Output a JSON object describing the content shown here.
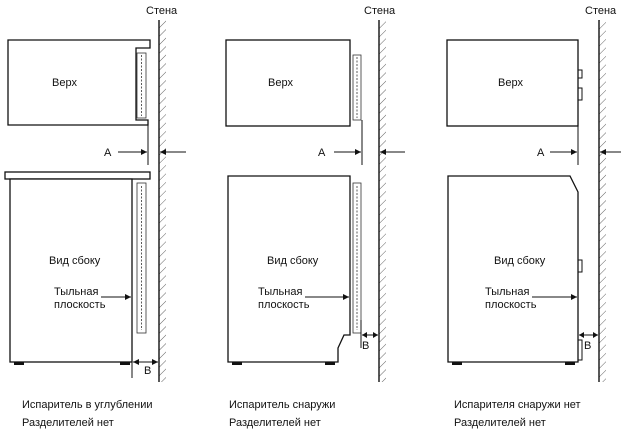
{
  "diagrams": [
    {
      "wall_label": "Стена",
      "top_label": "Верх",
      "side_label": "Вид сбоку",
      "back_plane_label": [
        "Тыльная",
        "плоскость"
      ],
      "dim_a": "A",
      "dim_b": "B",
      "caption": [
        "Испаритель в углублении",
        "Разделителей нет"
      ]
    },
    {
      "wall_label": "Стена",
      "top_label": "Верх",
      "side_label": "Вид сбоку",
      "back_plane_label": [
        "Тыльная",
        "плоскость"
      ],
      "dim_a": "A",
      "dim_b": "B",
      "caption": [
        "Испаритель снаружи",
        "Разделителей нет"
      ]
    },
    {
      "wall_label": "Стена",
      "top_label": "Верх",
      "side_label": "Вид сбоку",
      "back_plane_label": [
        "Тыльная",
        "плоскость"
      ],
      "dim_a": "A",
      "dim_b": "B",
      "caption": [
        "Испарителя снаружи нет",
        "Разделителей нет"
      ]
    }
  ]
}
